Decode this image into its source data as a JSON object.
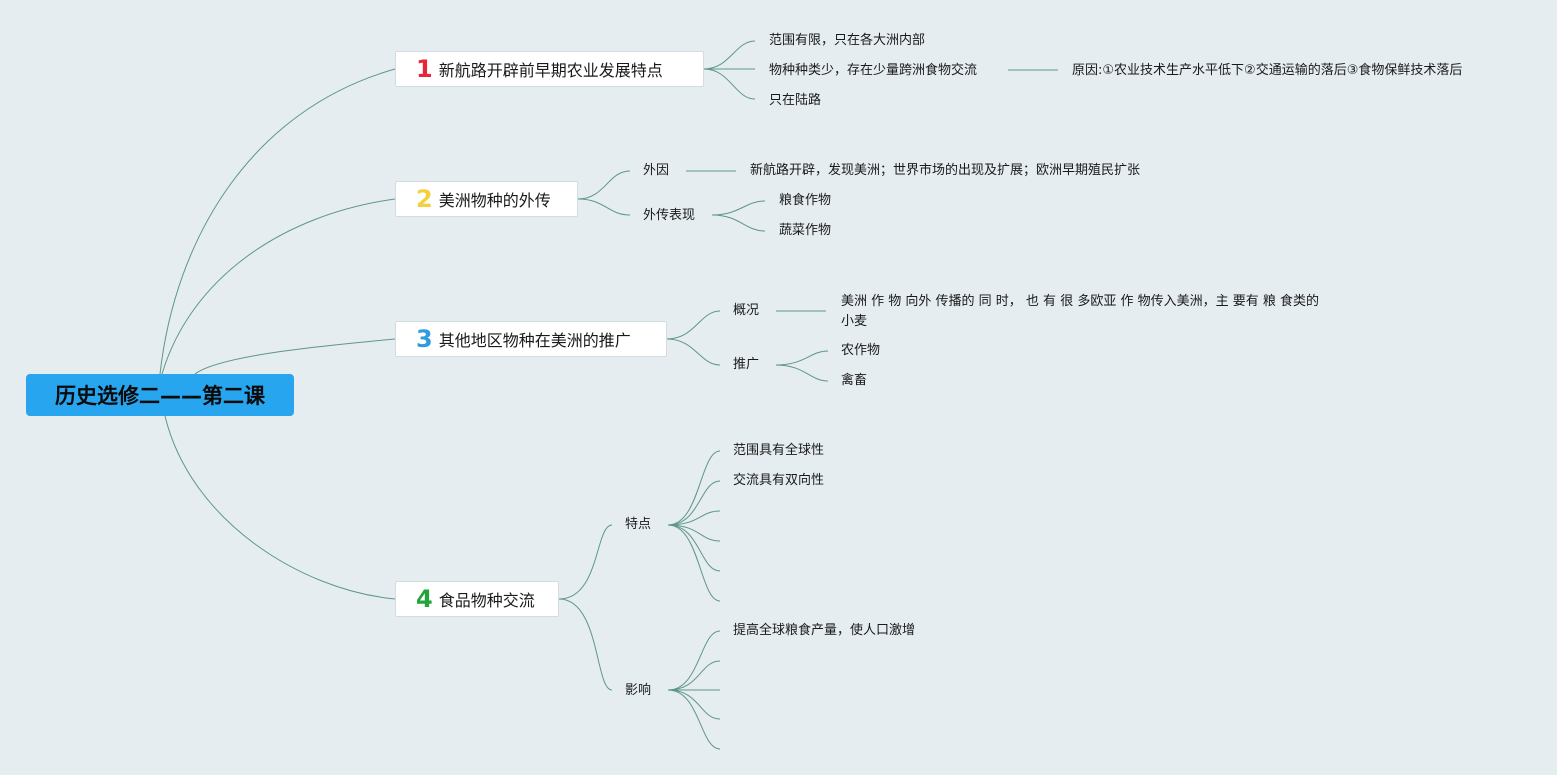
{
  "root": {
    "title": "历史选修二——第二课"
  },
  "colors": {
    "root_bg": "#27a5ef",
    "line": "#5e968a",
    "num1": "#e8263a",
    "num2": "#f4d03f",
    "num3": "#2f9be0",
    "num4": "#24a33a"
  },
  "topics": [
    {
      "num": "1",
      "label": "新航路开辟前早期农业发展特点"
    },
    {
      "num": "2",
      "label": "美洲物种的外传"
    },
    {
      "num": "3",
      "label": "其他地区物种在美洲的推广"
    },
    {
      "num": "4",
      "label": "食品物种交流"
    }
  ],
  "t1": {
    "items": [
      "范围有限，只在各大洲内部",
      "物种种类少，存在少量跨洲食物交流",
      "只在陆路"
    ],
    "reason": "原因:①农业技术生产水平低下②交通运输的落后③食物保鲜技术落后"
  },
  "t2": {
    "external": "外因",
    "external_detail": "新航路开辟，发现美洲；世界市场的出现及扩展；欧洲早期殖民扩张",
    "spread": "外传表现",
    "spread_items": [
      "粮食作物",
      "蔬菜作物"
    ]
  },
  "t3": {
    "overview": "概况",
    "overview_detail": "美洲 作 物 向外 传播的 同 时， 也 有 很 多欧亚 作 物传入美洲，主 要有 粮 食类的 小麦",
    "promote": "推广",
    "promote_items": [
      "农作物",
      "禽畜"
    ]
  },
  "t4": {
    "features": "特点",
    "feature_items": [
      "范围具有全球性",
      "交流具有双向性"
    ],
    "impact": "影响",
    "impact_items": [
      "提高全球粮食产量，使人口激增"
    ]
  }
}
